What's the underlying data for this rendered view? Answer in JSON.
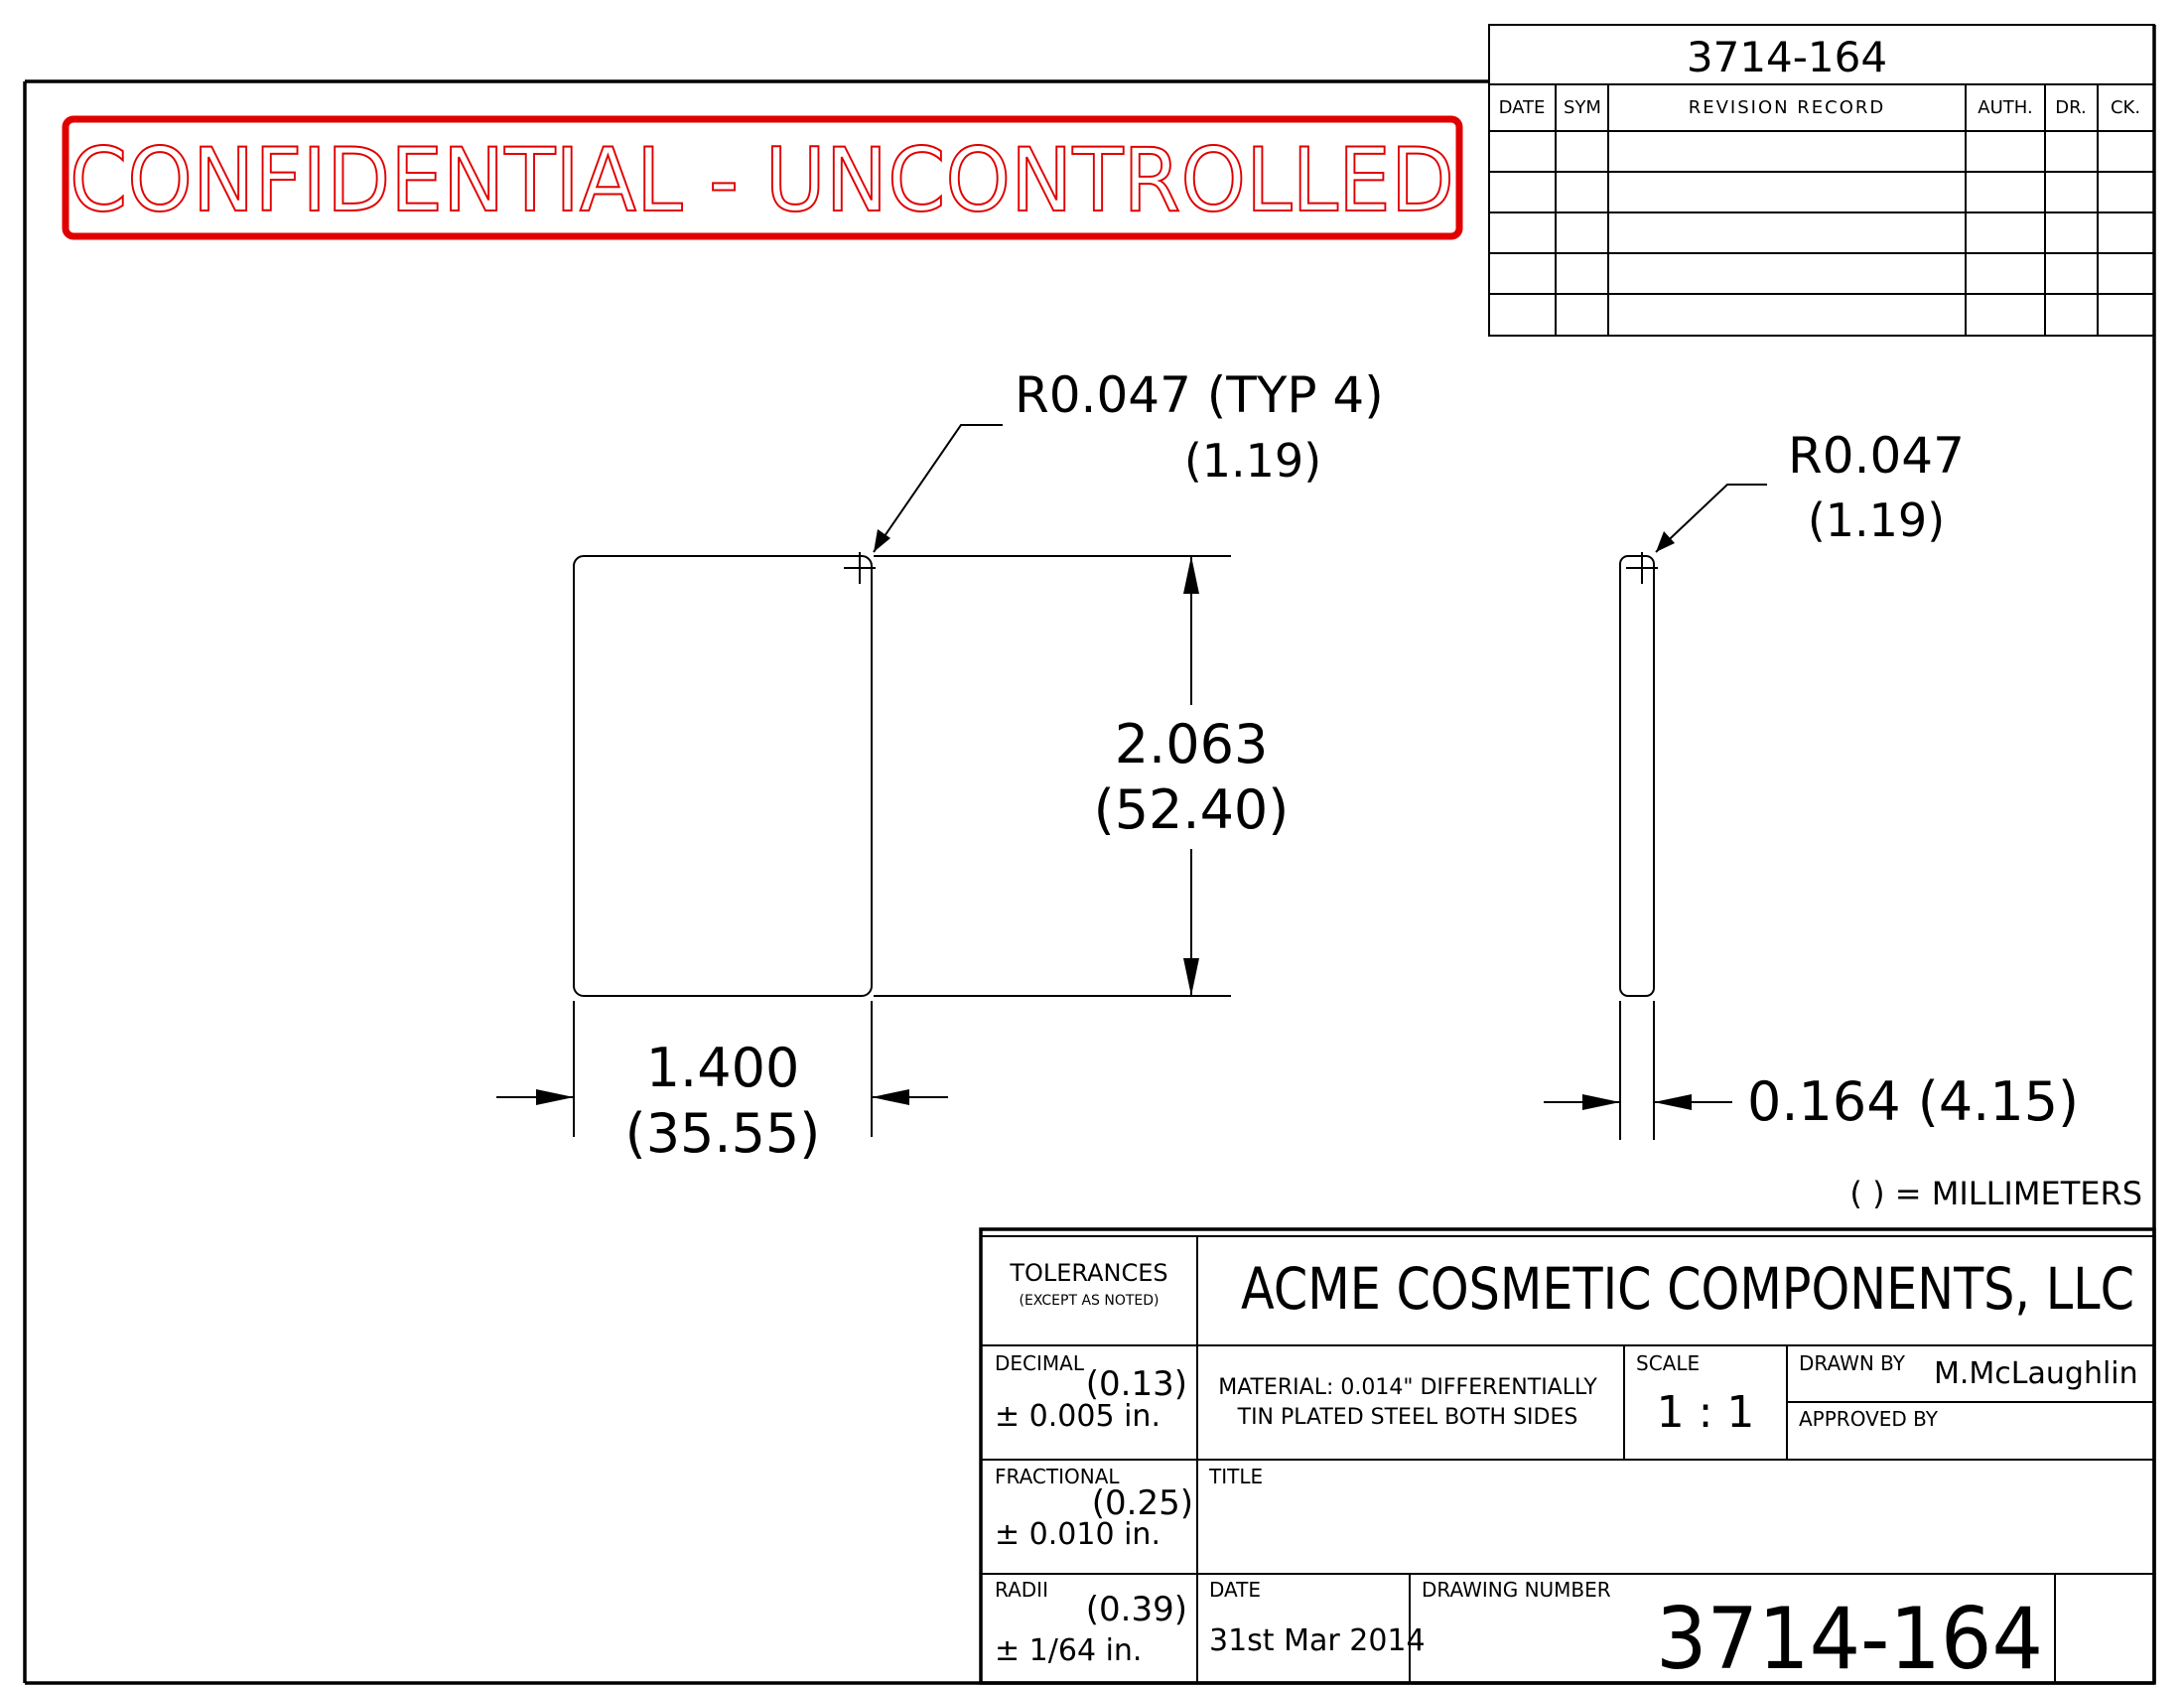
{
  "drawing": {
    "number_top": "3714-164",
    "stamp": "CONFIDENTIAL - UNCONTROLLED",
    "stamp_color": "#e00000",
    "revision_headers": {
      "date": "DATE",
      "sym": "SYM",
      "record": "REVISION RECORD",
      "auth": "AUTH.",
      "dr": "DR.",
      "ck": "CK."
    },
    "front_view": {
      "radius_label": "R0.047 (TYP 4)",
      "radius_mm": "(1.19)",
      "height_in": "2.063",
      "height_mm": "(52.40)",
      "width_in": "1.400",
      "width_mm": "(35.55)"
    },
    "side_view": {
      "radius_label": "R0.047",
      "radius_mm": "(1.19)",
      "thickness": "0.164 (4.15)"
    },
    "units_note": "( ) = MILLIMETERS"
  },
  "title_block": {
    "tolerances_label": "TOLERANCES",
    "except_label": "(EXCEPT AS NOTED)",
    "company": "ACME COSMETIC COMPONENTS, LLC",
    "decimal_label": "DECIMAL",
    "decimal_mm": "(0.13)",
    "decimal_in": "± 0.005 in.",
    "material_line1": "MATERIAL: 0.014\" DIFFERENTIALLY",
    "material_line2": "TIN PLATED STEEL BOTH SIDES",
    "scale_label": "SCALE",
    "scale_value": "1 : 1",
    "drawn_by_label": "DRAWN BY",
    "drawn_by_value": "M.McLaughlin",
    "approved_by_label": "APPROVED BY",
    "fractional_label": "FRACTIONAL",
    "fractional_mm": "(0.25)",
    "fractional_in": "± 0.010 in.",
    "title_label": "TITLE",
    "radii_label": "RADII",
    "radii_mm": "(0.39)",
    "radii_in": "± 1/64 in.",
    "date_label": "DATE",
    "date_value": "31st Mar 2014",
    "drawing_number_label": "DRAWING NUMBER",
    "drawing_number_value": "3714-164"
  }
}
